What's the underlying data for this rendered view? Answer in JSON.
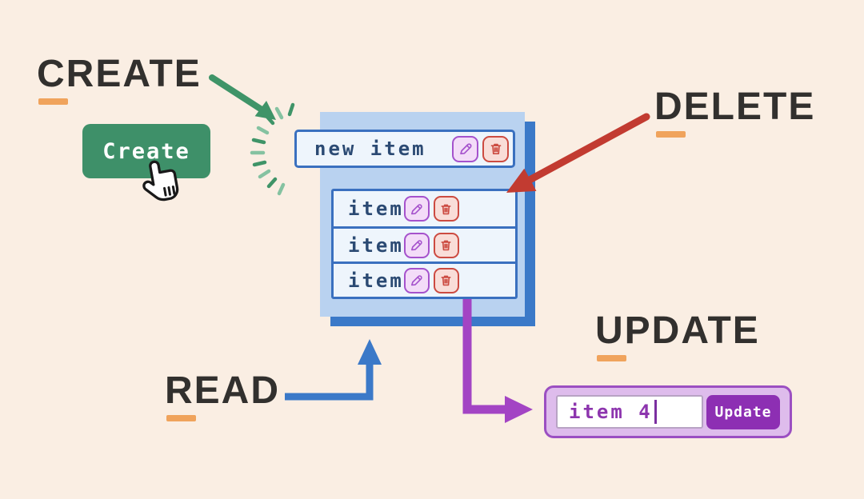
{
  "headings": {
    "create": "CREATE",
    "delete": "DELETE",
    "read": "READ",
    "update": "UPDATE"
  },
  "create_button": {
    "label": "Create"
  },
  "list": {
    "new_item": {
      "label": "new item"
    },
    "items": [
      {
        "label": "item"
      },
      {
        "label": "item"
      },
      {
        "label": "item"
      }
    ]
  },
  "update_widget": {
    "input_value": "item 4",
    "button_label": "Update"
  },
  "icons": {
    "edit": "pencil-icon",
    "delete": "trash-icon",
    "pointer": "hand-pointer-icon"
  },
  "colors": {
    "background": "#faeee3",
    "heading_text": "#32302e",
    "accent_underline": "#f0a35c",
    "green": "#3e9069",
    "panel_fill": "#b9d2f0",
    "panel_shadow_blue": "#3b79c8",
    "row_fill": "#eef5fc",
    "row_border": "#3a70bf",
    "row_text": "#2b4a73",
    "edit_purple": "#a552cc",
    "edit_fill": "#f3dcf8",
    "delete_red": "#cc4b41",
    "delete_fill": "#f9ddd8",
    "arrow_green": "#3f9468",
    "arrow_red": "#c23b31",
    "arrow_blue": "#3b79c8",
    "arrow_purple": "#a344c4",
    "update_box_fill": "#debcec",
    "update_box_border": "#9b4fc2",
    "update_button_fill": "#8d2fb3",
    "input_text": "#8d35ae"
  }
}
